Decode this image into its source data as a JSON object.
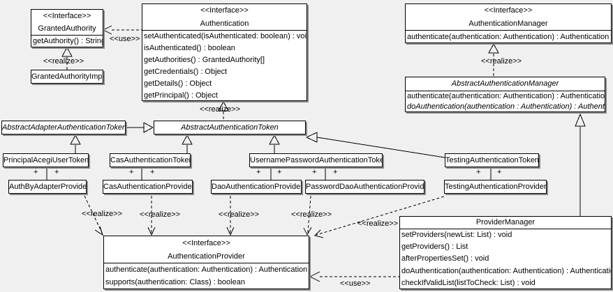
{
  "colors": {
    "background": "#f0f0f0",
    "box_fill": "#ffffff",
    "line": "#000000",
    "shadow": "#8a8a8a"
  },
  "labels": {
    "use": "<<use>>",
    "realize": "<<realize>>",
    "plus": "+"
  },
  "classes": {
    "granted_authority": {
      "stereotype": "<<Interface>>",
      "name": "GrantedAuthority",
      "methods": [
        "getAuthority() : String"
      ]
    },
    "granted_authority_impl": {
      "name": "GrantedAuthorityImpl"
    },
    "authentication": {
      "stereotype": "<<Interface>>",
      "name": "Authentication",
      "methods": [
        "setAuthenticated(isAuthenticated: boolean) : void",
        "isAuthenticated() : boolean",
        "getAuthorities() : GrantedAuthority[]",
        "getCredentials() : Object",
        "getDetails() : Object",
        "getPrincipal() : Object"
      ]
    },
    "authentication_manager": {
      "stereotype": "<<Interface>>",
      "name": "AuthenticationManager",
      "methods": [
        "authenticate(authentication: Authentication) : Authentication"
      ]
    },
    "abstract_authentication_manager": {
      "name": "AbstractAuthenticationManager",
      "methods": [
        "authenticate(authentication: Authentication) : Authentication",
        "doAuthentication(authentication : Authentication) : Authentication"
      ]
    },
    "abstract_adapter_authentication_token": {
      "name": "AbstractAdapterAuthenticationToken"
    },
    "abstract_authentication_token": {
      "name": "AbstractAuthenticationToken"
    },
    "principal_acegi_user_token": {
      "name": "PrincipalAcegiUserToken"
    },
    "cas_authentication_token": {
      "name": "CasAuthenticationToken"
    },
    "username_password_authentication_token": {
      "name": "UsernamePasswordAuthenticationToken"
    },
    "testing_authentication_token": {
      "name": "TestingAuthenticationToken"
    },
    "auth_by_adapter_provider": {
      "name": "AuthByAdapterProvider"
    },
    "cas_authentication_provider": {
      "name": "CasAuthenticationProvider"
    },
    "dao_authentication_provider": {
      "name": "DaoAuthenticationProvider"
    },
    "password_dao_authentication_provider": {
      "name": "PasswordDaoAuthenticationProvider"
    },
    "testing_authentication_provider": {
      "name": "TestingAuthenticationProvider"
    },
    "authentication_provider": {
      "stereotype": "<<Interface>>",
      "name": "AuthenticationProvider",
      "methods": [
        "authenticate(authentication: Authentication) : Authentication",
        "supports(authentication: Class) : boolean"
      ]
    },
    "provider_manager": {
      "name": "ProviderManager",
      "methods": [
        "setProviders(newList: List) : void",
        "getProviders() : List",
        "afterPropertiesSet() : void",
        "doAuthentication(authentication: Authentication) : Authentication",
        "checkIfValidList(listToCheck: List) : void"
      ]
    }
  }
}
